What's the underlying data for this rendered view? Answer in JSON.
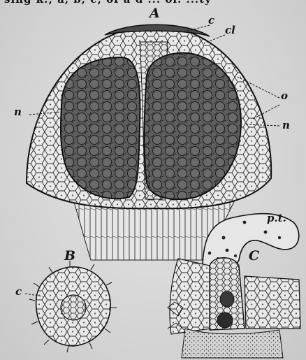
{
  "header_fragment": "sing k.; a, b, c; of a d ... ol. ...ty",
  "labels": {
    "A": "A",
    "B": "B",
    "C": "C",
    "c_top": "c",
    "cl": "cl",
    "o": "o",
    "n_left": "n",
    "n_right": "n",
    "c_left": "c",
    "pt": "p.t."
  },
  "colors": {
    "ink": "#151515",
    "paper": "#d9d9d9",
    "dark_tissue": "#5a5a5a"
  }
}
